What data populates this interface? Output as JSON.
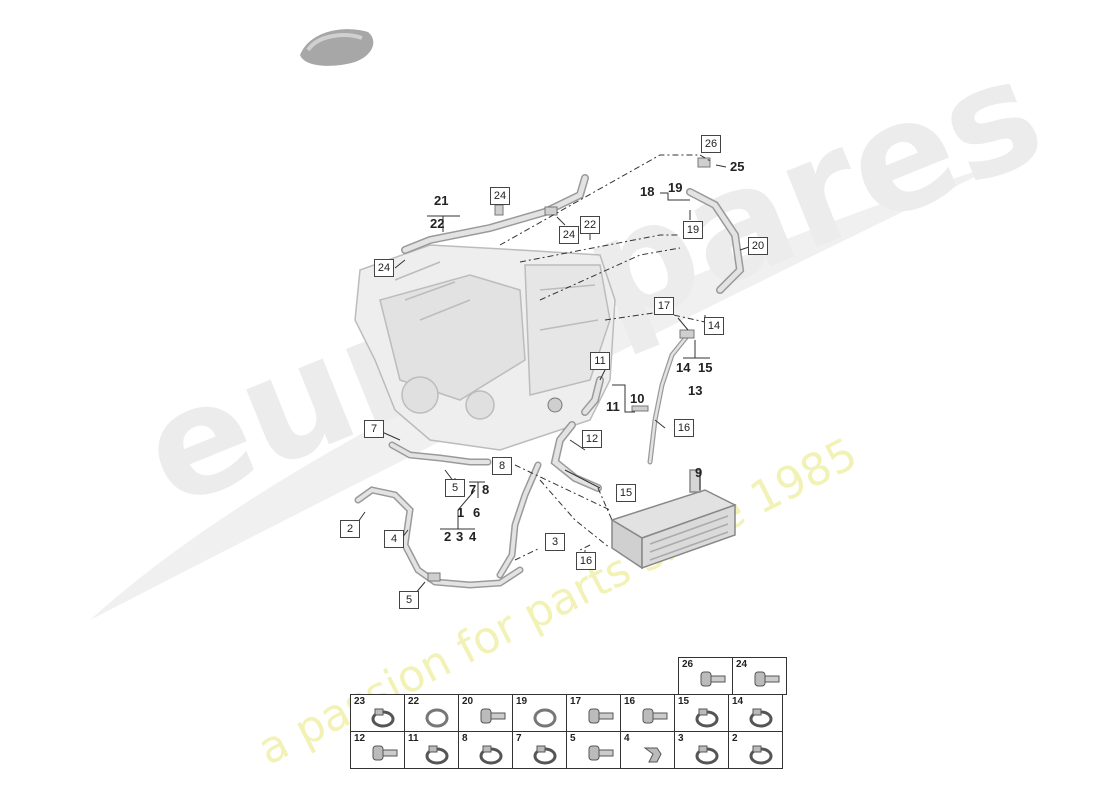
{
  "watermark": {
    "brand": "eurospares",
    "tagline": "a passion for parts since 1985"
  },
  "colors": {
    "line": "#333333",
    "watermark_grey": "#e9e9e9",
    "watermark_yellow": "#f3f3b8",
    "part_fill": "#e4e4e4"
  },
  "callouts": {
    "c26": "26",
    "c25": "25",
    "c18": "18",
    "c19a": "19",
    "c19b": "19",
    "c21": "21",
    "c22a": "22",
    "c22b": "22",
    "c24a": "24",
    "c24b": "24",
    "c24c": "24",
    "c20": "20",
    "c17": "17",
    "c14a": "14",
    "c14b": "14",
    "c15a": "15",
    "c13": "13",
    "c11a": "11",
    "c11b": "11",
    "c10": "10",
    "c12": "12",
    "c16a": "16",
    "c7a": "7",
    "c8a": "8",
    "c5a": "5",
    "c7b": "7",
    "c8b": "8",
    "c1": "1",
    "c6": "6",
    "c9": "9",
    "c15b": "15",
    "c2a": "2",
    "c4a": "4",
    "c2b": "2",
    "c3a": "3",
    "c4b": "4",
    "c3b": "3",
    "c16b": "16",
    "c5b": "5"
  },
  "parts_table": {
    "row1": [
      {
        "num": "26",
        "icon": "bolt-icon"
      },
      {
        "num": "24",
        "icon": "bolt-icon"
      }
    ],
    "row2": [
      {
        "num": "23",
        "icon": "hose-clamp-icon"
      },
      {
        "num": "22",
        "icon": "o-ring-icon"
      },
      {
        "num": "20",
        "icon": "bolt-icon"
      },
      {
        "num": "19",
        "icon": "o-ring-icon"
      },
      {
        "num": "17",
        "icon": "bolt-icon"
      },
      {
        "num": "16",
        "icon": "bolt-icon"
      },
      {
        "num": "15",
        "icon": "hose-clamp-icon"
      },
      {
        "num": "14",
        "icon": "hose-clamp-icon"
      }
    ],
    "row3": [
      {
        "num": "12",
        "icon": "bolt-icon"
      },
      {
        "num": "11",
        "icon": "hose-clamp-icon"
      },
      {
        "num": "8",
        "icon": "hose-clamp-icon"
      },
      {
        "num": "7",
        "icon": "hose-clamp-icon"
      },
      {
        "num": "5",
        "icon": "bolt-icon"
      },
      {
        "num": "4",
        "icon": "clip-icon"
      },
      {
        "num": "3",
        "icon": "hose-clamp-icon"
      },
      {
        "num": "2",
        "icon": "hose-clamp-icon"
      }
    ]
  }
}
